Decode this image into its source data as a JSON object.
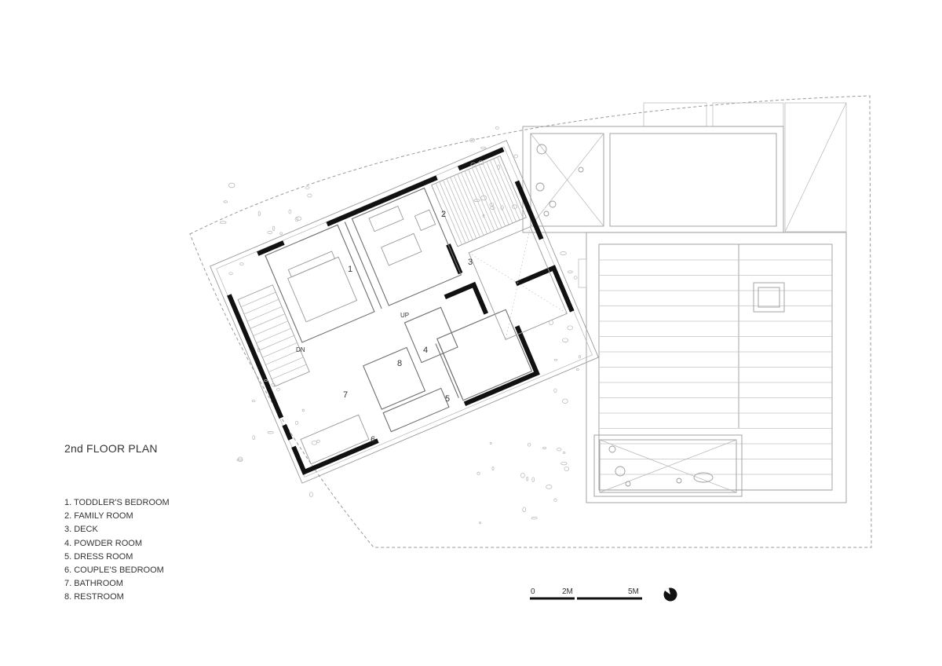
{
  "title": "2nd FLOOR PLAN",
  "legend": [
    "1.  TODDLER'S BEDROOM",
    "2.  FAMILY ROOM",
    "3.  DECK",
    "4.  POWDER ROOM",
    "5.  DRESS ROOM",
    "6.  COUPLE'S BEDROOM",
    "7.  BATHROOM",
    "8.  RESTROOM"
  ],
  "room_numbers": [
    "1",
    "2",
    "3",
    "4",
    "5",
    "6",
    "7",
    "8"
  ],
  "stair_labels": {
    "up": "UP",
    "down": "DN"
  },
  "scale_bar": {
    "zero": "0",
    "mid": "2M",
    "end": "5M"
  },
  "icons": {
    "north": "north-arrow-icon"
  }
}
